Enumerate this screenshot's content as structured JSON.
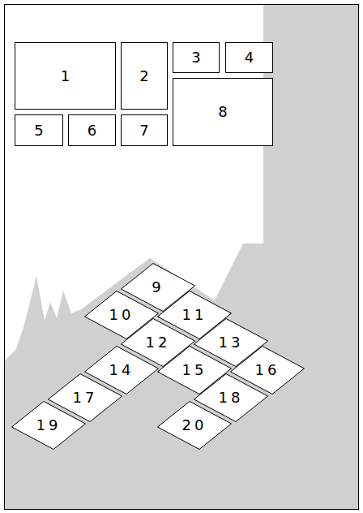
{
  "diagram": {
    "nodes": [
      {
        "text": [
          "1"
        ]
      },
      {
        "text": [
          "2"
        ]
      },
      {
        "text": [
          "3"
        ]
      },
      {
        "text": [
          "4"
        ]
      },
      {
        "text": [
          "5"
        ]
      },
      {
        "text": [
          "6"
        ]
      },
      {
        "text": [
          "7"
        ]
      },
      {
        "text": [
          "8"
        ]
      },
      {
        "text": [
          "9"
        ]
      },
      {
        "text": [
          "10"
        ]
      },
      {
        "text": [
          "11"
        ]
      },
      {
        "text": [
          "12"
        ]
      },
      {
        "text": [
          "13"
        ]
      },
      {
        "text": [
          "14"
        ]
      },
      {
        "text": [
          "15"
        ]
      },
      {
        "text": [
          "16"
        ]
      },
      {
        "text": [
          "17"
        ]
      },
      {
        "text": [
          "18"
        ]
      },
      {
        "text": [
          "19"
        ]
      },
      {
        "text": [
          "20"
        ]
      }
    ]
  }
}
